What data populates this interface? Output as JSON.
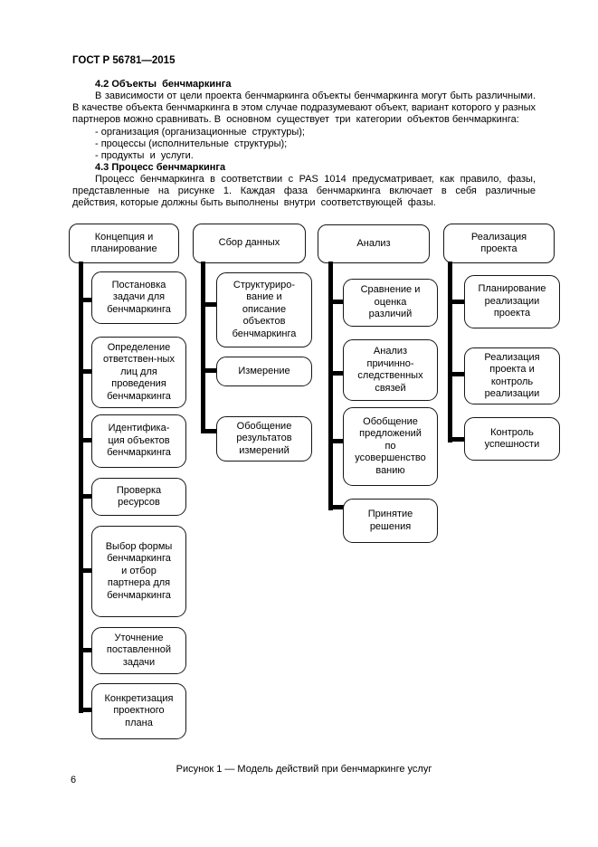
{
  "page": {
    "header": "ГОСТ Р 56781—2015",
    "page_number": "6",
    "figure_caption": "Рисунок 1 — Модель действий при бенчмаркинге услуг"
  },
  "content": {
    "section_42_heading": "4.2 Объекты  бенчмаркинга",
    "section_42_paragraph": "В зависимости от цели проекта бенчмаркинга объекты бенчмаркинга могут быть различными. В качестве объекта бенчмаркинга в этом случае подразумевают объект, вариант которого у разных партнеров можно сравнивать. В  основном  существует  три  категории  объектов бенчмаркинга:",
    "list_items": [
      "- организация (организационные  структуры);",
      "- процессы (исполнительные  структуры);",
      "- продукты  и  услуги."
    ],
    "section_43_heading": "4.3 Процесс бенчмаркинга",
    "section_43_paragraph": "Процесс  бенчмаркинга  в  соответствии  с  PAS  1014  предусматривает,  как  правило,  фазы, представленные  на  рисунке  1.  Каждая  фаза  бенчмаркинга  включает  в  себя  различные  действия, которые должны быть выполнены  внутри  соответствующей  фазы."
  },
  "diagram": {
    "columns": [
      {
        "phase": "Концепция и\nпланирование",
        "children": [
          "Постановка\nзадачи для\nбенчмаркинга",
          "Определение\nответствен-ных\nлиц для\nпроведения\nбенчмаркинга",
          "Идентифика-\nция объектов\nбенчмаркинга",
          "Проверка\nресурсов",
          "Выбор формы\nбенчмаркинга\nи отбор\nпартнера для\nбенчмаркинга",
          "Уточнение\nпоставленной\nзадачи",
          "Конкретизация\nпроектного\nплана"
        ]
      },
      {
        "phase": "Сбор данных",
        "children": [
          "Структуриро-\nвание и\nописание\nобъектов\nбенчмаркинга",
          "Измерение",
          "Обобщение\nрезультатов\nизмерений"
        ]
      },
      {
        "phase": "Анализ",
        "children": [
          "Сравнение и\nоценка\nразличий",
          "Анализ\nпричинно-\nследственных\nсвязей",
          "Обобщение\nпредложений\nпо\nусовершенство\nванию",
          "Принятие\nрешения"
        ]
      },
      {
        "phase": "Реализация\nпроекта",
        "children": [
          "Планирование\nреализации\nпроекта",
          "Реализация\nпроекта и\nконтроль\nреализации",
          "Контроль\nуспешности"
        ]
      }
    ]
  }
}
